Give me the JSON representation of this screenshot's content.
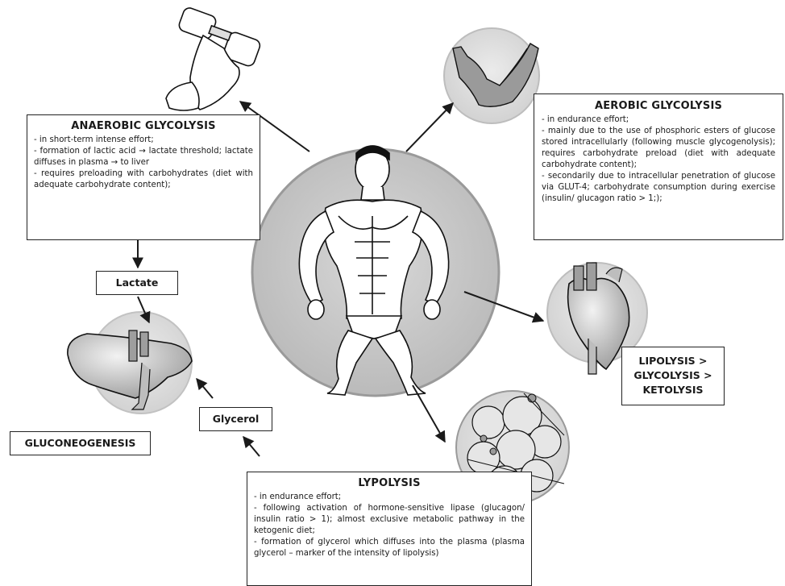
{
  "anaerobic": {
    "title": "ANAEROBIC GLYCOLYSIS",
    "lines": [
      "- in short-term intense effort;",
      "- formation of lactic acid → lactate threshold; lactate diffuses in plasma → to liver",
      "- requires preloading with carbohydrates (diet with adequate carbohydrate content);"
    ]
  },
  "aerobic": {
    "title": "AEROBIC GLYCOLYSIS",
    "lines": [
      "- in endurance effort;",
      "- mainly due to the use of phosphoric esters of glucose stored intracellularly (following muscle glycogenolysis); requires carbohydrate preload (diet with adequate carbohydrate content);",
      "- secondarily due to intracellular penetration of glucose via GLUT-4; carbohydrate consumption during exercise (insulin/ glucagon ratio > 1;);"
    ]
  },
  "lypolysis": {
    "title": "LYPOLYSIS",
    "lines": [
      "- in endurance effort;",
      "- following activation of hormone-sensitive lipase (glucagon/ insulin ratio > 1); almost exclusive metabolic pathway in the ketogenic diet;",
      "- formation of glycerol which diffuses into the plasma (plasma glycerol – marker of the intensity of lipolysis)"
    ]
  },
  "lipolysis_order": {
    "line1": "LIPOLYSIS >",
    "line2": "GLYCOLYSIS >",
    "line3": "KETOLYSIS"
  },
  "lactate_label": "Lactate",
  "glycerol_label": "Glycerol",
  "gluconeogenesis_label": "GLUCONEOGENESIS",
  "colors": {
    "circle_fill": "#c9c9c9",
    "circle_stroke": "#9a9a9a",
    "small_circle_fill": "#dedede",
    "line": "#1a1a1a",
    "organ_fill": "#bdbdbd"
  }
}
